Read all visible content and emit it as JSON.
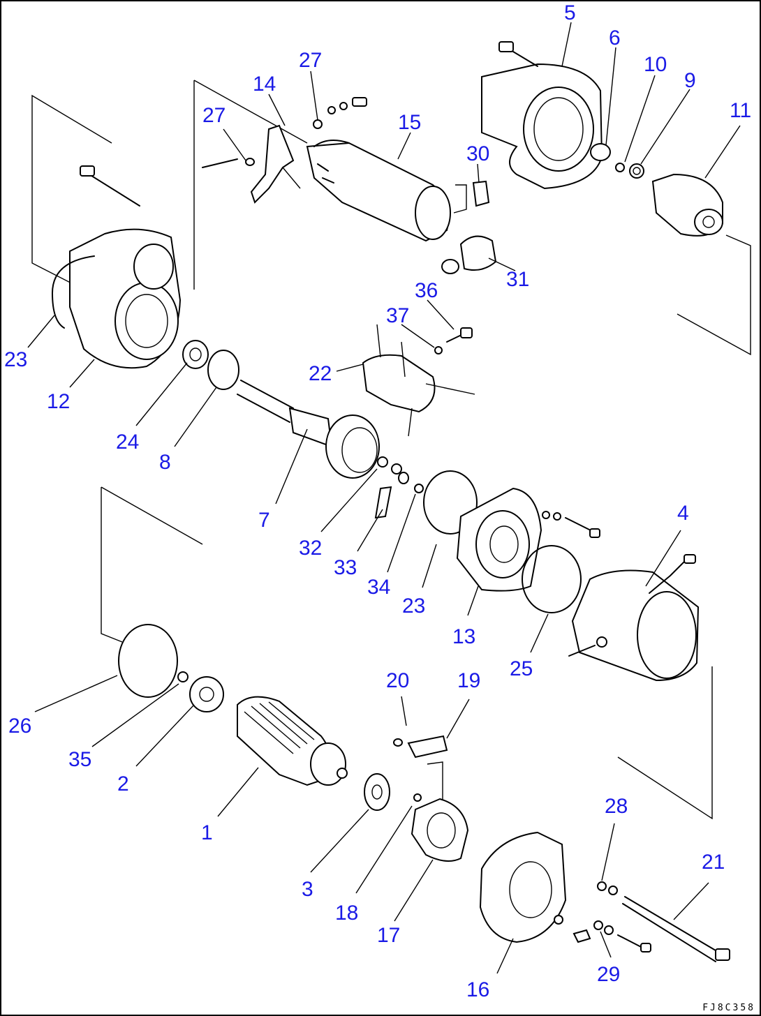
{
  "title": "Starting motor exploded view",
  "drawing_code": "FJ8C358",
  "callouts": [
    "5",
    "6",
    "10",
    "9",
    "11",
    "27",
    "14",
    "27",
    "15",
    "30",
    "31",
    "36",
    "37",
    "22",
    "23",
    "12",
    "24",
    "8",
    "7",
    "32",
    "33",
    "34",
    "23",
    "13",
    "4",
    "25",
    "20",
    "19",
    "26",
    "35",
    "2",
    "1",
    "3",
    "18",
    "17",
    "28",
    "21",
    "16",
    "29"
  ]
}
